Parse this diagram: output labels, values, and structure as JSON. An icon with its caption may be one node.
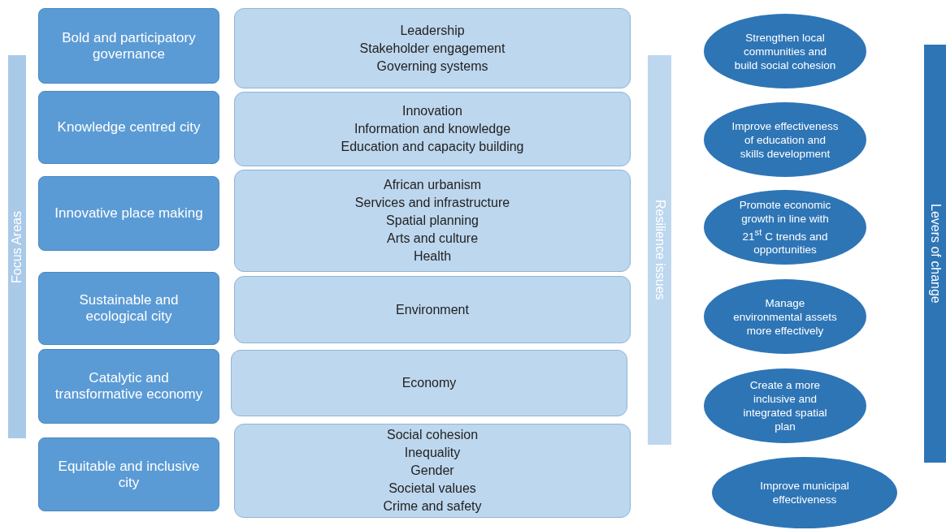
{
  "diagram": {
    "nodes": [
      {
        "text": [
          "Focus Areas"
        ]
      },
      {
        "text": [
          "Bold and participatory governance"
        ]
      },
      {
        "text": [
          "Knowledge centred city"
        ]
      },
      {
        "text": [
          "Innovative place making"
        ]
      },
      {
        "text": [
          "Sustainable and ecological city"
        ]
      },
      {
        "text": [
          "Catalytic and transformative economy"
        ]
      },
      {
        "text": [
          "Equitable and inclusive city"
        ]
      },
      {
        "text": [
          "Leadership",
          "Stakeholder engagement",
          "Governing systems"
        ]
      },
      {
        "text": [
          "Innovation",
          "Information and knowledge",
          "Education and capacity building"
        ]
      },
      {
        "text": [
          "African urbanism",
          "Services and infrastructure",
          "Spatial planning",
          "Arts and culture",
          "Health"
        ]
      },
      {
        "text": [
          "Environment"
        ]
      },
      {
        "text": [
          "Economy"
        ]
      },
      {
        "text": [
          "Social cohesion",
          "Inequality",
          "Gender",
          "Societal values",
          "Crime and safety"
        ]
      },
      {
        "text": [
          "Resilience issues"
        ]
      },
      {
        "text": [
          "Strengthen local communities and build social cohesion"
        ]
      },
      {
        "text": [
          "Improve effectiveness of education and skills development"
        ]
      },
      {
        "text": [
          "Promote economic growth in line with 21$^{st}$ C trends and opportunities"
        ]
      },
      {
        "text": [
          "Manage environmental assets more effectively"
        ]
      },
      {
        "text": [
          "Create a more inclusive and integrated spatial plan"
        ]
      },
      {
        "text": [
          "Improve municipal effectiveness"
        ]
      },
      {
        "text": [
          "Levers of change"
        ]
      }
    ]
  }
}
